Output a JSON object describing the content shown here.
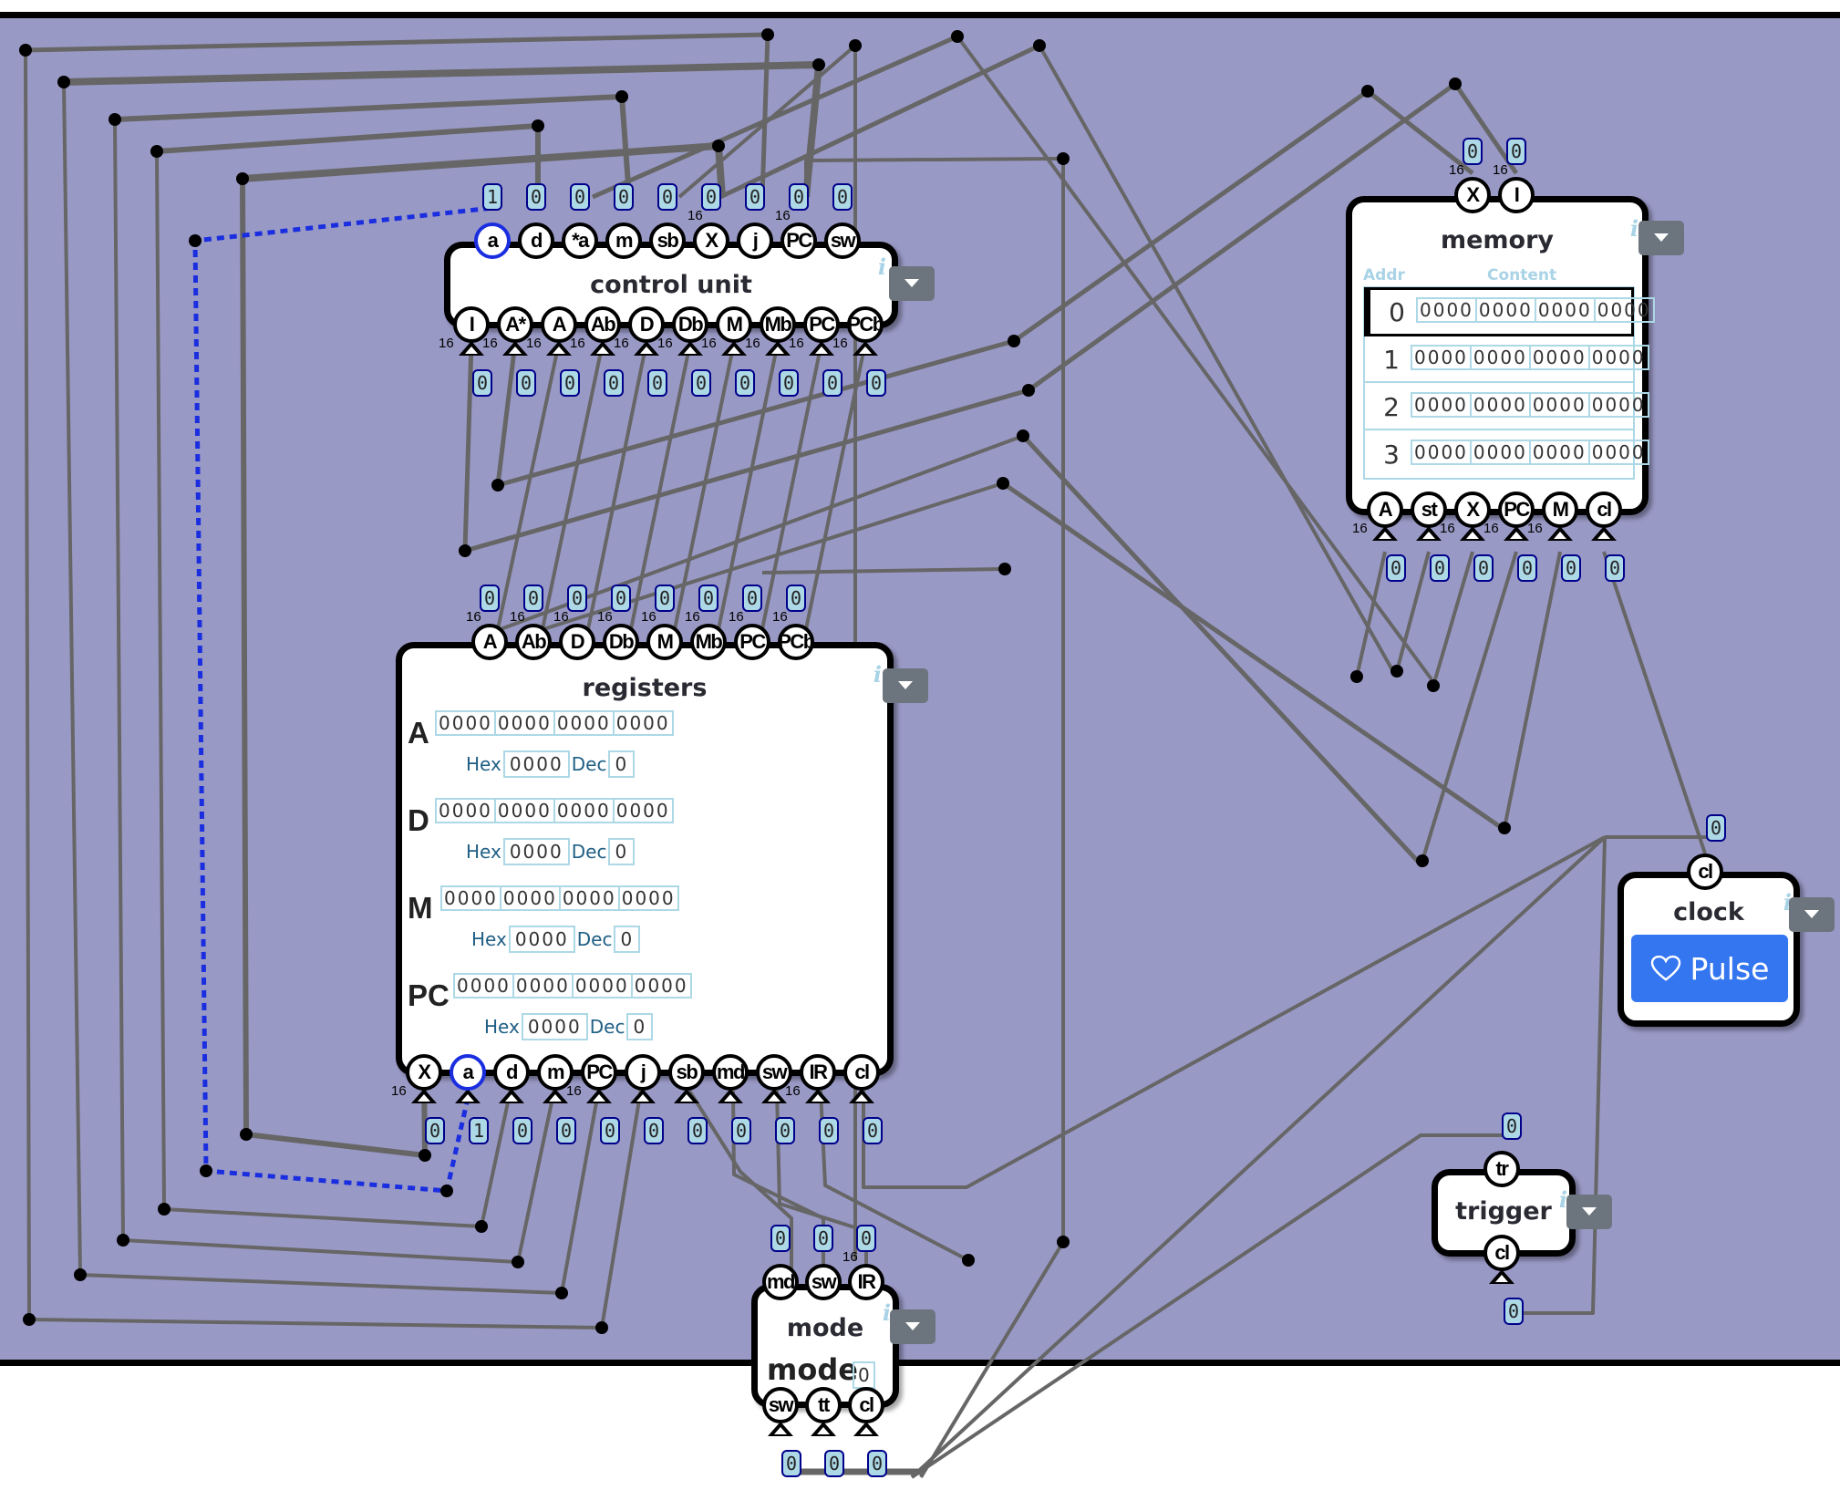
{
  "colors": {
    "canvas_bg": "#9999c6",
    "wire": "#666666",
    "selected_wire": "#1a2ee0",
    "value_bg": "#add8e6",
    "value_border": "#00008b",
    "pulse_button": "#3475f0"
  },
  "control_unit": {
    "title": "control unit",
    "inputs": [
      {
        "label": "a",
        "value": "1",
        "selected": true,
        "width": ""
      },
      {
        "label": "d",
        "value": "0",
        "width": ""
      },
      {
        "label": "*a",
        "value": "0",
        "width": ""
      },
      {
        "label": "m",
        "value": "0",
        "width": ""
      },
      {
        "label": "sb",
        "value": "0",
        "width": ""
      },
      {
        "label": "X",
        "value": "0",
        "width": "16"
      },
      {
        "label": "j",
        "value": "0",
        "width": ""
      },
      {
        "label": "PC",
        "value": "0",
        "width": "16"
      },
      {
        "label": "sw",
        "value": "0",
        "width": ""
      }
    ],
    "outputs": [
      {
        "label": "I",
        "value": "0",
        "width": "16"
      },
      {
        "label": "A*",
        "value": "0",
        "width": "16"
      },
      {
        "label": "A",
        "value": "0",
        "width": "16"
      },
      {
        "label": "Ab",
        "value": "0",
        "width": "16"
      },
      {
        "label": "D",
        "value": "0",
        "width": "16"
      },
      {
        "label": "Db",
        "value": "0",
        "width": "16"
      },
      {
        "label": "M",
        "value": "0",
        "width": "16"
      },
      {
        "label": "Mb",
        "value": "0",
        "width": "16"
      },
      {
        "label": "PC",
        "value": "0",
        "width": "16"
      },
      {
        "label": "PCb",
        "value": "0",
        "width": "16"
      }
    ]
  },
  "registers": {
    "title": "registers",
    "inputs": [
      {
        "label": "A",
        "value": "0",
        "width": "16"
      },
      {
        "label": "Ab",
        "value": "0",
        "width": "16"
      },
      {
        "label": "D",
        "value": "0",
        "width": "16"
      },
      {
        "label": "Db",
        "value": "0",
        "width": "16"
      },
      {
        "label": "M",
        "value": "0",
        "width": "16"
      },
      {
        "label": "Mb",
        "value": "0",
        "width": "16"
      },
      {
        "label": "PC",
        "value": "0",
        "width": "16"
      },
      {
        "label": "PCb",
        "value": "0",
        "width": "16"
      }
    ],
    "rows": [
      {
        "name": "A",
        "bits": [
          "0000",
          "0000",
          "0000",
          "0000"
        ],
        "hex_label": "Hex",
        "hex": "0000",
        "dec_label": "Dec",
        "dec": "0"
      },
      {
        "name": "D",
        "bits": [
          "0000",
          "0000",
          "0000",
          "0000"
        ],
        "hex_label": "Hex",
        "hex": "0000",
        "dec_label": "Dec",
        "dec": "0"
      },
      {
        "name": "M",
        "bits": [
          "0000",
          "0000",
          "0000",
          "0000"
        ],
        "hex_label": "Hex",
        "hex": "0000",
        "dec_label": "Dec",
        "dec": "0"
      },
      {
        "name": "PC",
        "bits": [
          "0000",
          "0000",
          "0000",
          "0000"
        ],
        "hex_label": "Hex",
        "hex": "0000",
        "dec_label": "Dec",
        "dec": "0"
      }
    ],
    "outputs": [
      {
        "label": "X",
        "value": "0",
        "width": "16"
      },
      {
        "label": "a",
        "value": "1",
        "selected": true,
        "width": ""
      },
      {
        "label": "d",
        "value": "0",
        "width": ""
      },
      {
        "label": "m",
        "value": "0",
        "width": ""
      },
      {
        "label": "PC",
        "value": "0",
        "width": "16"
      },
      {
        "label": "j",
        "value": "0",
        "width": ""
      },
      {
        "label": "sb",
        "value": "0",
        "width": ""
      },
      {
        "label": "md",
        "value": "0",
        "width": ""
      },
      {
        "label": "sw",
        "value": "0",
        "width": ""
      },
      {
        "label": "IR",
        "value": "0",
        "width": "16"
      },
      {
        "label": "cl",
        "value": "0",
        "width": ""
      }
    ]
  },
  "memory": {
    "title": "memory",
    "addr_header": "Addr",
    "content_header": "Content",
    "inputs": [
      {
        "label": "X",
        "value": "0",
        "width": "16"
      },
      {
        "label": "I",
        "value": "0",
        "width": "16"
      }
    ],
    "rows": [
      {
        "addr": "0",
        "bits": [
          "0000",
          "0000",
          "0000",
          "0000"
        ],
        "selected": true
      },
      {
        "addr": "1",
        "bits": [
          "0000",
          "0000",
          "0000",
          "0000"
        ]
      },
      {
        "addr": "2",
        "bits": [
          "0000",
          "0000",
          "0000",
          "0000"
        ]
      },
      {
        "addr": "3",
        "bits": [
          "0000",
          "0000",
          "0000",
          "0000"
        ]
      }
    ],
    "outputs": [
      {
        "label": "A",
        "value": "0",
        "width": "16"
      },
      {
        "label": "st",
        "value": "0",
        "width": ""
      },
      {
        "label": "X",
        "value": "0",
        "width": "16"
      },
      {
        "label": "PC",
        "value": "0",
        "width": "16"
      },
      {
        "label": "M",
        "value": "0",
        "width": "16"
      },
      {
        "label": "cl",
        "value": "0",
        "width": ""
      }
    ]
  },
  "clock": {
    "title": "clock",
    "input": {
      "label": "cl",
      "value": "0"
    },
    "pulse_label": "Pulse",
    "pulse_icon": "heart-icon"
  },
  "trigger": {
    "title": "trigger",
    "input": {
      "label": "tr",
      "value": "0"
    },
    "output": {
      "label": "cl",
      "value": "0"
    }
  },
  "mode": {
    "title": "mode",
    "inputs": [
      {
        "label": "md",
        "value": "0",
        "width": ""
      },
      {
        "label": "sw",
        "value": "0",
        "width": ""
      },
      {
        "label": "IR",
        "value": "0",
        "width": "16"
      }
    ],
    "field_label": "mode",
    "field_value": "0",
    "outputs": [
      {
        "label": "sw",
        "value": "0"
      },
      {
        "label": "tt",
        "value": "0"
      },
      {
        "label": "cl",
        "value": "0"
      }
    ]
  }
}
